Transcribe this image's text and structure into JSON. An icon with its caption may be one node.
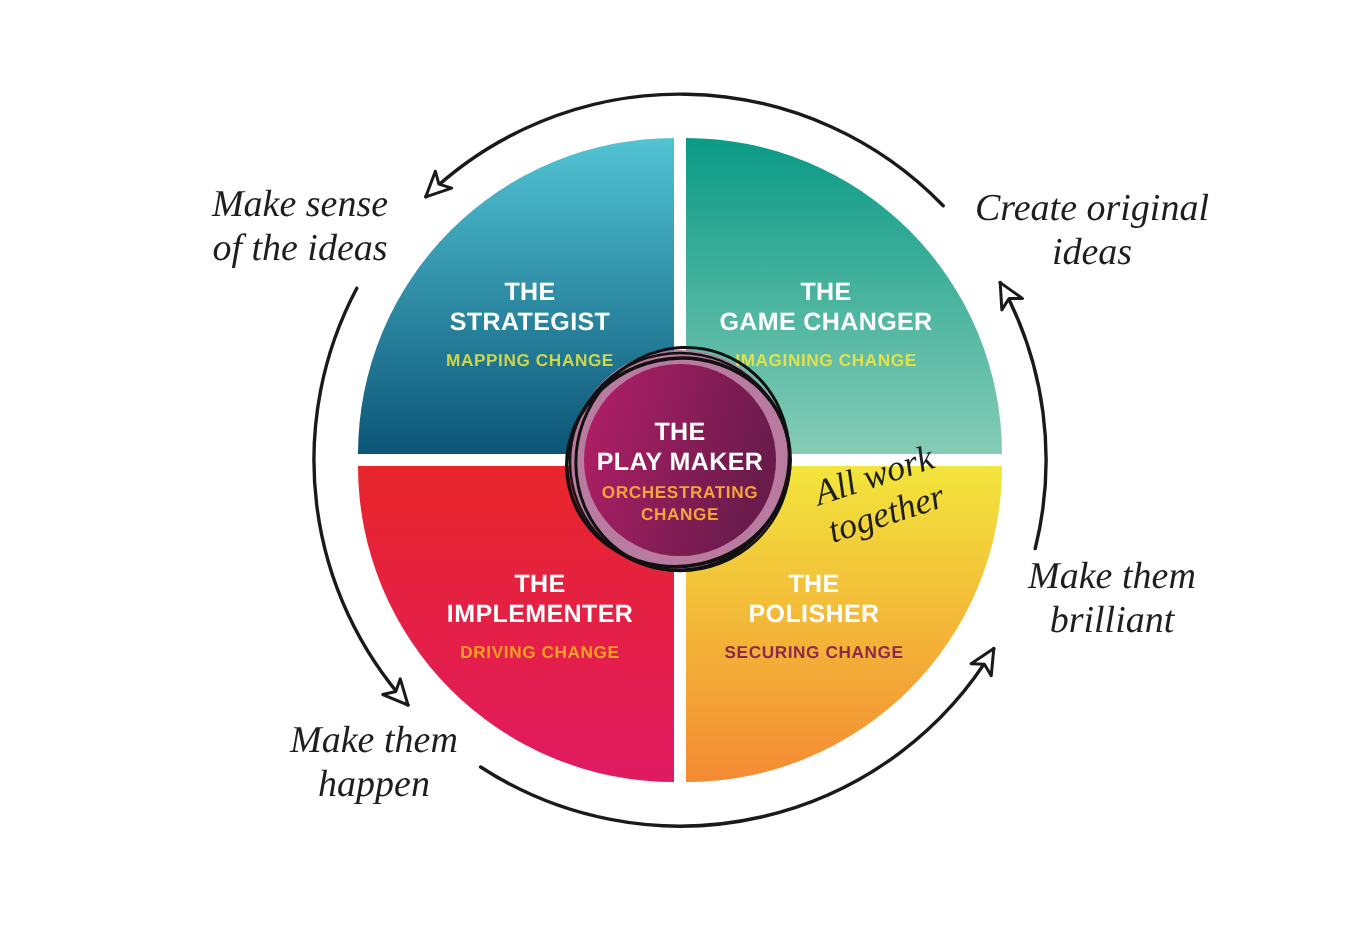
{
  "diagram": {
    "nodes": [
      {
        "text": [
          "Make sense of the ideas"
        ]
      },
      {
        "text": [
          "Create original ideas"
        ]
      },
      {
        "text": [
          "THE STRATEGIST",
          "MAPPING CHANGE"
        ]
      },
      {
        "text": [
          "THE GAME CHANGER",
          "IMAGINING CHANGE"
        ]
      },
      {
        "text": [
          "THE PLAY MAKER",
          "ORCHESTRATING CHANGE"
        ]
      },
      {
        "text": [
          "THE IMPLEMENTER",
          "DRIVING CHANGE"
        ]
      },
      {
        "text": [
          "THE POLISHER",
          "SECURING CHANGE"
        ]
      },
      {
        "text": [
          "Make them happen"
        ]
      },
      {
        "text": [
          "Make them brilliant"
        ]
      }
    ],
    "edges": [
      {
        "from": 1,
        "to": 0,
        "arrow": "to"
      },
      {
        "from": 0,
        "to": 7,
        "arrow": "to"
      },
      {
        "from": 7,
        "to": 8,
        "arrow": "to"
      },
      {
        "from": 8,
        "to": 1,
        "arrow": "to"
      }
    ],
    "labels": [
      "All work together"
    ]
  }
}
